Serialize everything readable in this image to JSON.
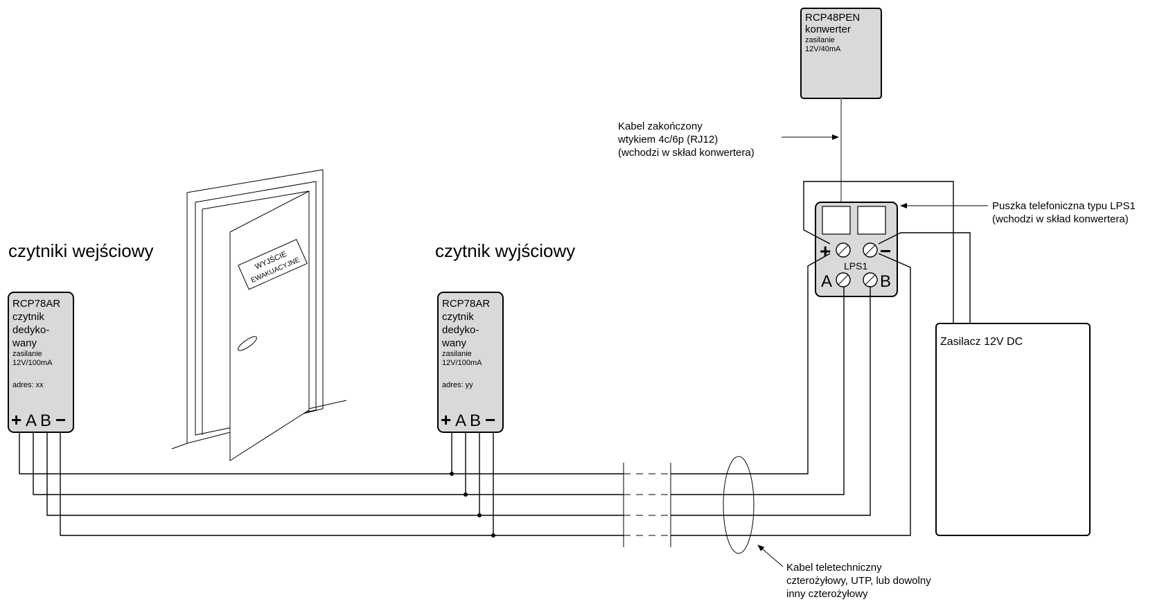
{
  "titles": {
    "entry_readers": "czytniki wejściowy",
    "exit_reader": "czytnik wyjściowy"
  },
  "door": {
    "sign_line1": "WYJŚCIE",
    "sign_line2": "EWAKUACYJNE"
  },
  "reader_entry": {
    "model": "RCP78AR",
    "desc1": "czytnik",
    "desc2": "dedyko-",
    "desc3": "wany",
    "power1": "zasilanie",
    "power2": "12V/100mA",
    "address": "adres: xx",
    "term_plus": "+",
    "term_a": "A",
    "term_b": "B",
    "term_minus": "−"
  },
  "reader_exit": {
    "model": "RCP78AR",
    "desc1": "czytnik",
    "desc2": "dedyko-",
    "desc3": "wany",
    "power1": "zasilanie",
    "power2": "12V/100mA",
    "address": "adres: yy",
    "term_plus": "+",
    "term_a": "A",
    "term_b": "B",
    "term_minus": "−"
  },
  "converter": {
    "model": "RCP48PEN",
    "desc": "konwerter",
    "power1": "zasilanie",
    "power2": "12V/40mA"
  },
  "lps1": {
    "label": "LPS1",
    "plus": "+",
    "minus": "−",
    "a": "A",
    "b": "B"
  },
  "power_supply": {
    "label": "Zasilacz 12V DC"
  },
  "notes": {
    "cable_rj12": [
      "Kabel zakończony",
      "wtykiem 4c/6p (RJ12)",
      "(wchodzi w skład konwertera)"
    ],
    "junction_box": [
      "Puszka telefoniczna typu LPS1",
      "(wchodzi w skład konwertera)"
    ],
    "bus_cable": [
      "Kabel teletechniczny",
      "czterożyłowy, UTP, lub dowolny",
      "inny czterożyłowy"
    ]
  }
}
